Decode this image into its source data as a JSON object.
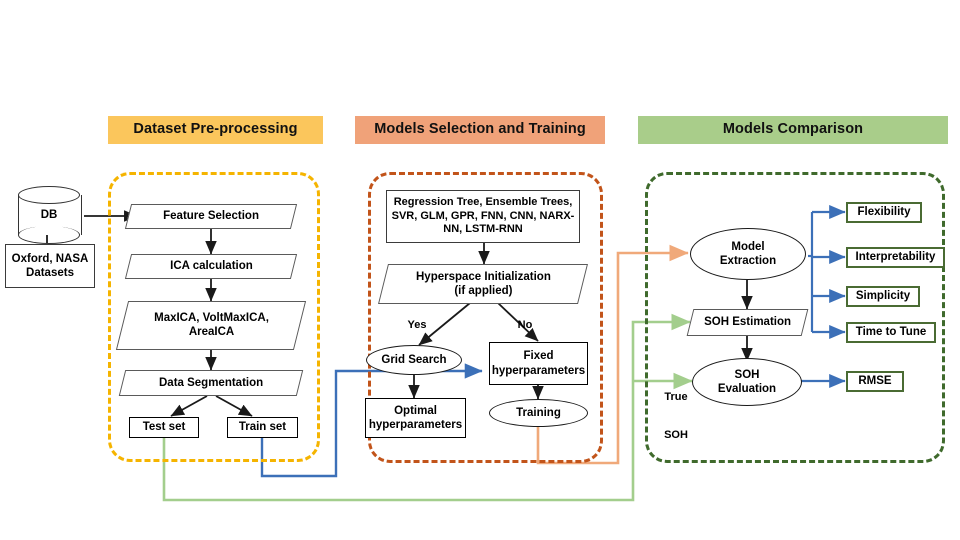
{
  "sections": [
    {
      "id": "preprocessing",
      "title": "Dataset Pre-processing",
      "banner_color": "#FBC65C",
      "dash_color": "#F5B400"
    },
    {
      "id": "models",
      "title": "Models Selection and Training",
      "banner_color": "#F0A279",
      "dash_color": "#C2541A"
    },
    {
      "id": "comparison",
      "title": "Models Comparison",
      "banner_color": "#A9CD8A",
      "dash_color": "#3F6A2C"
    }
  ],
  "source": {
    "db_label": "DB",
    "datasets_label": "Oxford, NASA\nDatasets",
    "datasets_line1": "Oxford, NASA",
    "datasets_line2": "Datasets"
  },
  "preprocessing": {
    "steps": [
      {
        "label": "Feature Selection",
        "shape": "parallelogram"
      },
      {
        "label": "ICA calculation",
        "shape": "parallelogram"
      },
      {
        "label": "MaxICA, VoltMaxICA,\nAreaICA",
        "line1": "MaxICA, VoltMaxICA,",
        "line2": "AreaICA",
        "shape": "parallelogram"
      },
      {
        "label": "Data Segmentation",
        "shape": "parallelogram"
      }
    ],
    "outputs": [
      {
        "label": "Test set",
        "shape": "rectangle"
      },
      {
        "label": "Train set",
        "shape": "rectangle"
      }
    ]
  },
  "models": {
    "algorithms": {
      "line1": "Regression Tree, Ensemble Trees,",
      "line2": "SVR, GLM, GPR, FNN, CNN, NARX-",
      "line3": "NN, LSTM-RNN"
    },
    "hyperspace": {
      "line1": "Hyperspace Initialization",
      "line2": "(if applied)"
    },
    "branch_yes": "Yes",
    "branch_no": "No",
    "grid_search": "Grid Search",
    "fixed": {
      "line1": "Fixed",
      "line2": "hyperparameters"
    },
    "optimal": {
      "line1": "Optimal",
      "line2": "hyperparameters"
    },
    "training": "Training"
  },
  "comparison": {
    "model_extraction": {
      "line1": "Model",
      "line2": "Extraction"
    },
    "soh_estimation": "SOH Estimation",
    "soh_evaluation": {
      "line1": "SOH",
      "line2": "Evaluation"
    },
    "true_soh": {
      "line1": "True",
      "line2": "SOH"
    },
    "metrics": [
      {
        "label": "Flexibility"
      },
      {
        "label": "Interpretability"
      },
      {
        "label": "Simplicity"
      },
      {
        "label": "Time  to Tune"
      }
    ],
    "error_metric": "RMSE"
  },
  "colors": {
    "yellow_dash": "#F5B400",
    "brown_dash": "#C2541A",
    "green_dash": "#3F6A2C",
    "blue_flow": "#3C70B8",
    "green_flow": "#A3CE8D",
    "orange_flow": "#F0A97A",
    "arrow_black": "#1a1a1a",
    "box_green_border": "#4a6b33"
  }
}
